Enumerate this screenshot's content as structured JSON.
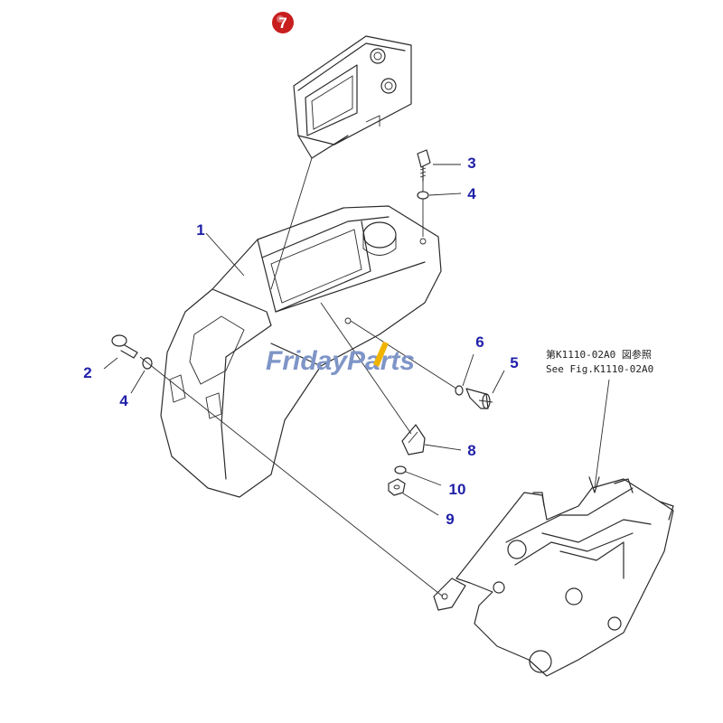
{
  "colors": {
    "callout": "#1f1fa8",
    "highlight_badge": "#c81e1e",
    "watermark_blue": "#7f95c8",
    "watermark_accent": "#f0b400",
    "line": "#2b2b2b"
  },
  "watermark": {
    "text": "FridayParts"
  },
  "reference_note": {
    "line1": "第K1110-02A0 図参照",
    "line2": "See Fig.K1110-02A0"
  },
  "callouts": {
    "c1": "1",
    "c2": "2",
    "c3": "3",
    "c4a": "4",
    "c4b": "4",
    "c5": "5",
    "c6": "6",
    "c7": "7",
    "c8": "8",
    "c9": "9",
    "c10": "10"
  }
}
